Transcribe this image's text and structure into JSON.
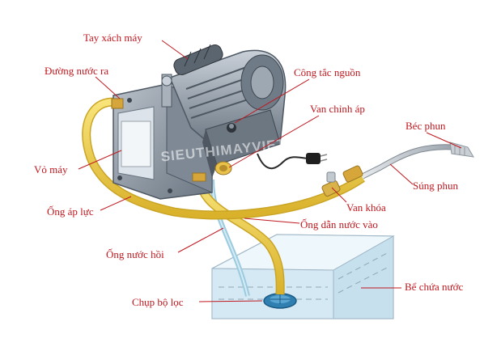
{
  "labels": {
    "tay_xach_may": "Tay xách máy",
    "duong_nuoc_ra": "Đường nước ra",
    "cong_tac_nguon": "Công tắc nguồn",
    "van_chinh_ap": "Van chỉnh áp",
    "bec_phun": "Béc phun",
    "vo_may": "Vỏ máy",
    "sung_phun": "Súng phun",
    "van_khoa": "Van khóa",
    "ong_ap_luc": "Ống áp lực",
    "ong_dan_nuoc_vao": "Ống dẫn nước vào",
    "ong_nuoc_hoi": "Ống nước hồi",
    "be_chua_nuoc": "Bể chứa nước",
    "chup_bo_loc": "Chụp bộ lọc"
  },
  "watermark": "SIEUTHIMAYVIET.VN",
  "colors": {
    "label_text": "#c0181f",
    "leader_line": "#c0181f",
    "hose_yellow": "#f3d24a",
    "hose_return": "#b9dbe8",
    "motor_body": "#8c98a4",
    "tank_water": "#cfe6f2"
  }
}
